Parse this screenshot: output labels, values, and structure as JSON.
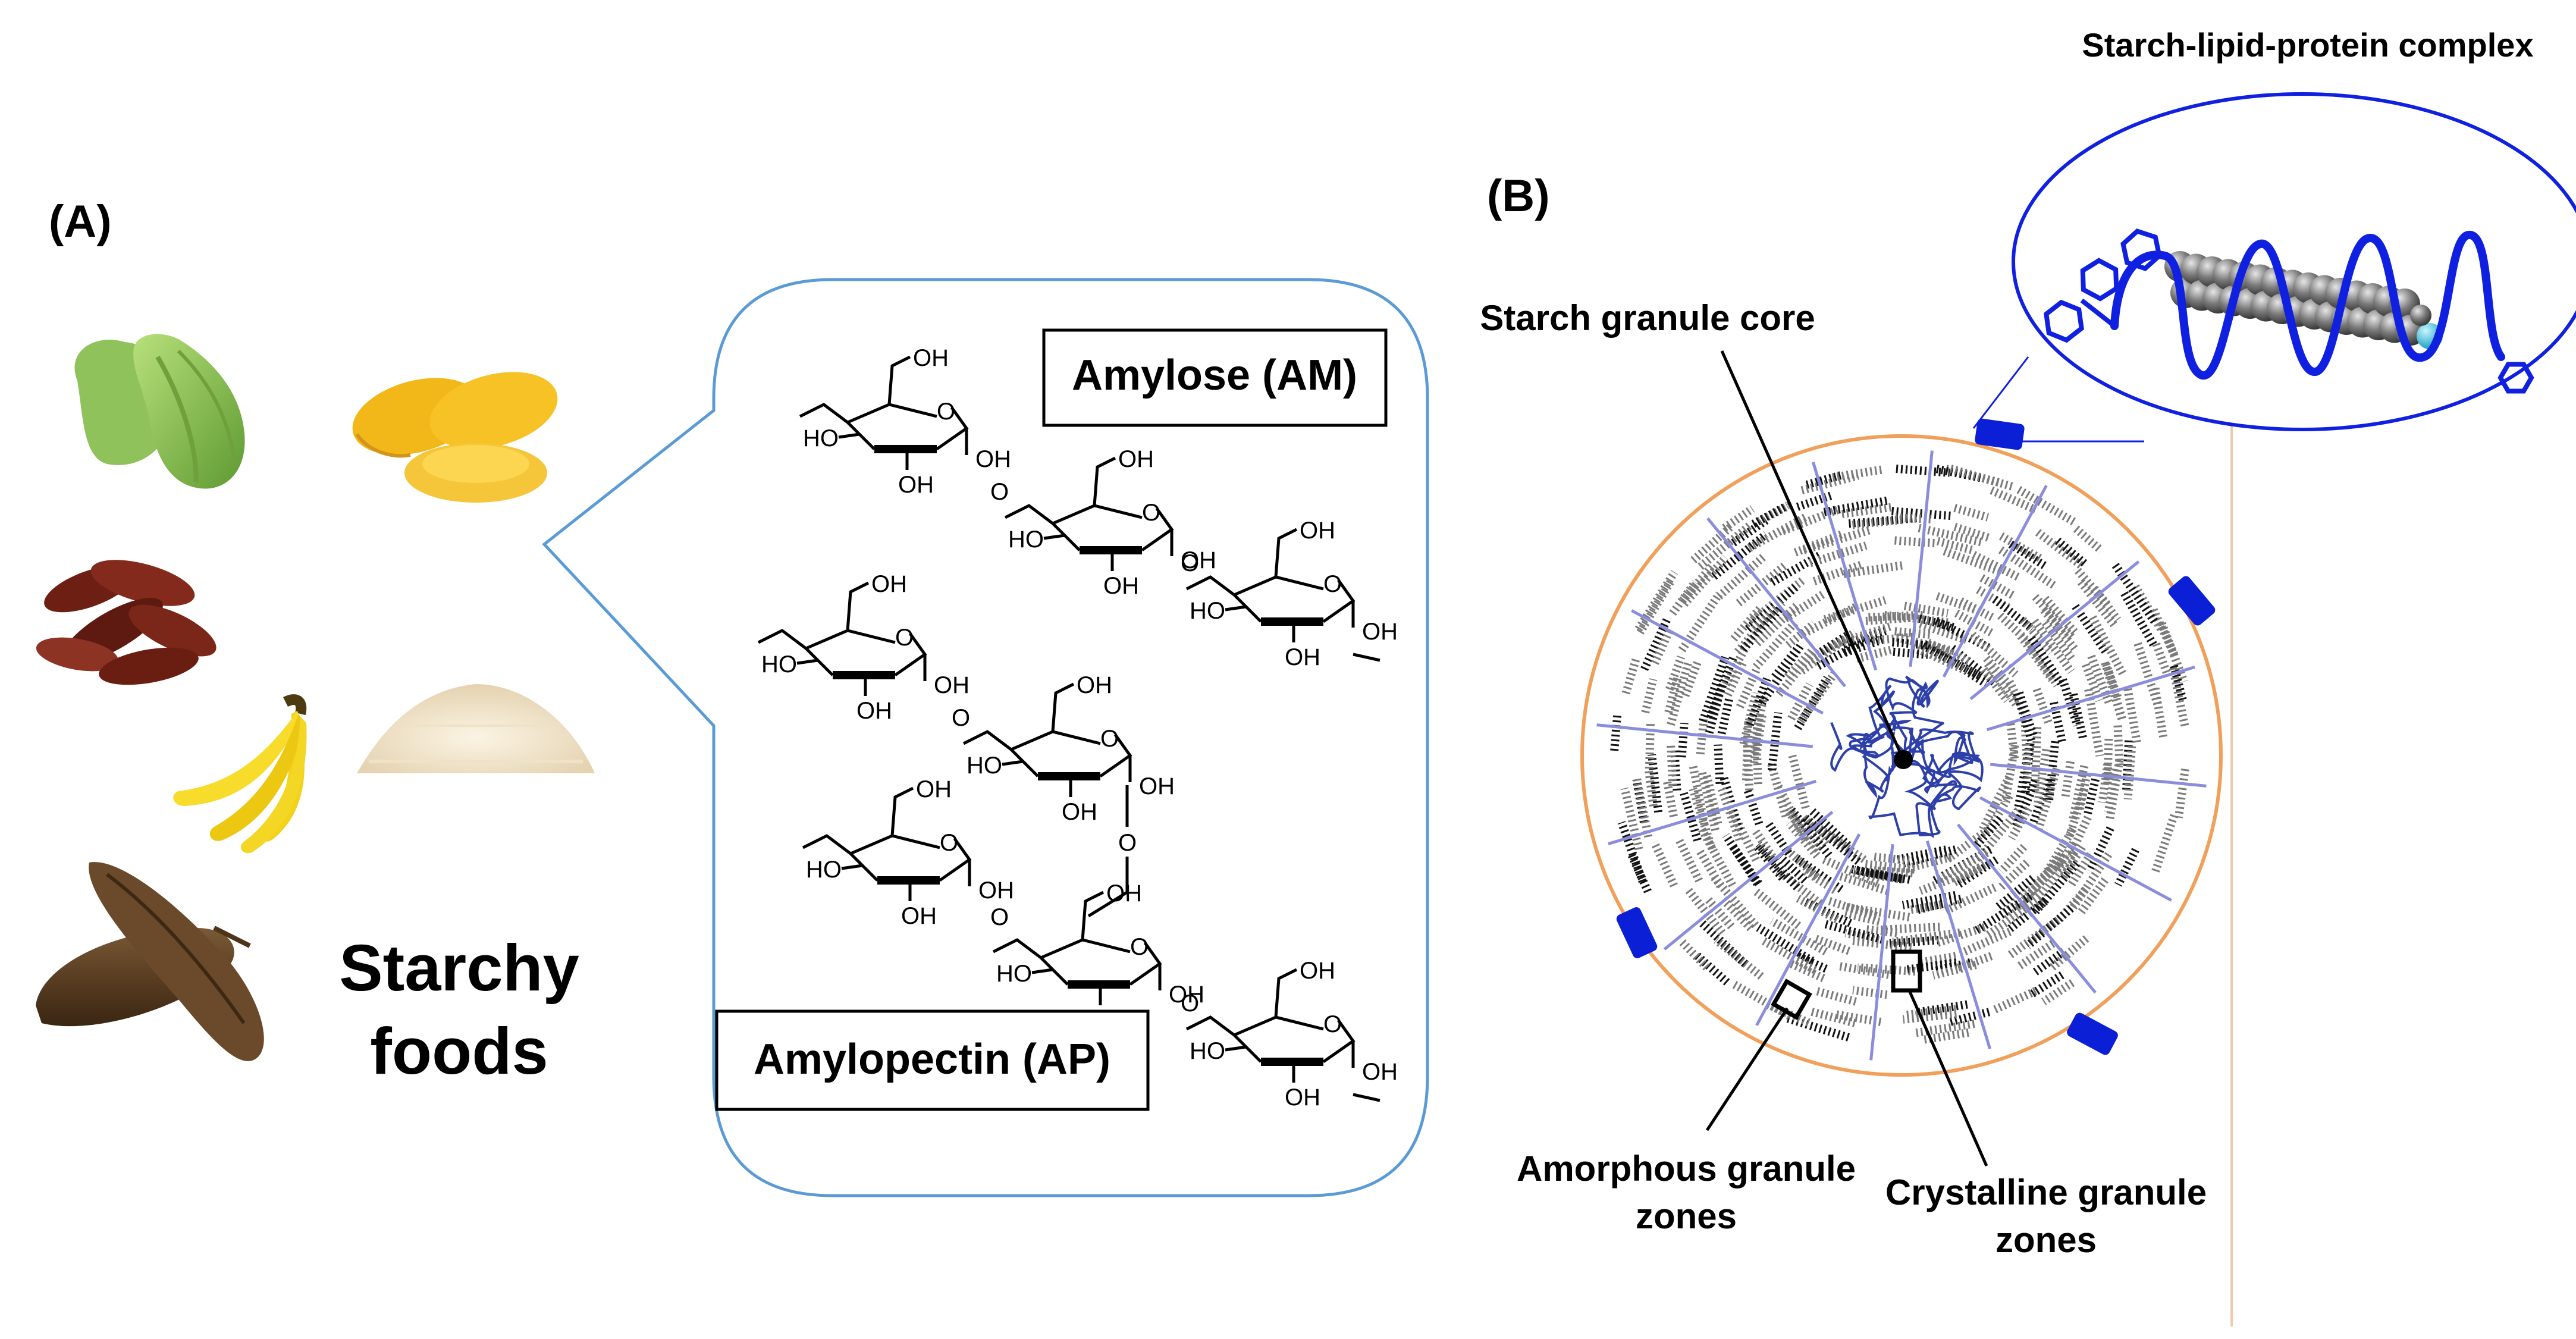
{
  "panel_a": {
    "label": "(A)",
    "foods_title_line1": "Starchy",
    "foods_title_line2": "foods",
    "amylose_label": "Amylose (AM)",
    "amylopectin_label": "Amylopectin (AP)",
    "chem_labels": {
      "oh": "OH",
      "ho": "HO",
      "o": "O"
    },
    "food_icons": [
      "chayote-icon",
      "corn-icon",
      "pine-nut-icon",
      "rice-icon",
      "banana-icon",
      "cassava-icon"
    ]
  },
  "panel_b": {
    "label": "(B)",
    "complex_title": "Starch-lipid-protein complex",
    "core_label": "Starch granule core",
    "amorphous_line1": "Amorphous granule",
    "amorphous_line2": "zones",
    "crystalline_line1": "Crystalline granule",
    "crystalline_line2": "zones"
  },
  "colors": {
    "callout_border": "#5b9bd5",
    "granule_border": "#f0a05a",
    "granule_core": "#2d3fa8",
    "radial_lines": "#8a8ddc",
    "marker_blue": "#0a1fd6",
    "helix_blue": "#1020e0",
    "lipid_grey": "#6e6e6e",
    "lipid_cyan": "#3cc8dc"
  }
}
